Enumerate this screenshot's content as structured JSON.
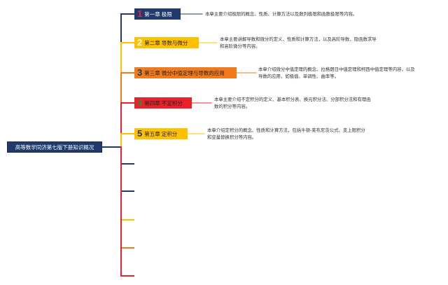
{
  "root": {
    "label": "高等数学同济第七版下册知识概况"
  },
  "chapters": [
    {
      "num": "1",
      "title": "第一章 极限",
      "desc": [
        "本章主要介绍极限的概念、性质、计算方法以及数列极限和函数极限等内容。"
      ]
    },
    {
      "num": "2",
      "title": "第二章 导数与微分",
      "desc": [
        "本章主要讲解导数和微分的定义、性质和计算方法，以及高阶导数、隐函数求导",
        "和高阶微分等内容。"
      ]
    },
    {
      "num": "3",
      "title": "第三章 微分中值定理与导数的应用",
      "desc": [
        "本章介绍微分中值定理的概念、拉格朗日中值定理和柯西中值定理等内容，以及",
        "导数的应用，如极值、单调性、曲率等。"
      ]
    },
    {
      "num": "4",
      "title": "第四章 不定积分",
      "desc": [
        "本章主要介绍不定积分的定义、基本积分表、换元积分法、分部积分法和有理函",
        "数的积分等内容。"
      ]
    },
    {
      "num": "5",
      "title": "第五章 定积分",
      "desc": [
        "本章介绍定积分的概念、性质和计算方法，包括牛顿-莱布尼茨公式、变上限积分",
        "和变量替换积分等内容。"
      ]
    }
  ],
  "colors": {
    "root": "#1f3a6b",
    "branches": [
      "#1f3a6b",
      "#ffc000",
      "#f07a1c",
      "#e8212d",
      "#ffc000",
      "#1f3a6b",
      "#1f3a6b",
      "#ffc000",
      "#f07a1c",
      "#e8212d"
    ],
    "connectors": [
      "#1f3a6b",
      "#ffc000",
      "#f07a1c",
      "#e8212d",
      "#ffc000"
    ]
  }
}
